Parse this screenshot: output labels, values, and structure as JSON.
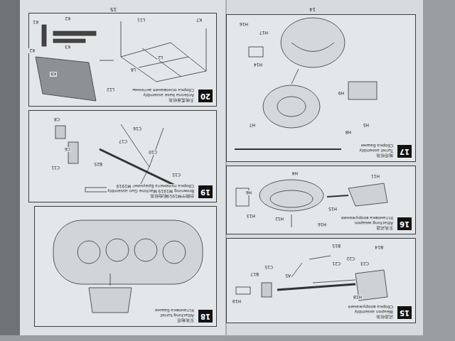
{
  "diagram": {
    "nodes": [
      {
        "text": [
          "武器组装",
          "Weapon assembly",
          "Сборка вооружения"
        ]
      },
      {
        "text": [
          "15"
        ],
        "in": 0
      },
      {
        "text": [
          "安装武器",
          "Attaching weapon",
          "Установка вооружения"
        ]
      },
      {
        "text": [
          "16"
        ],
        "in": 2
      },
      {
        "text": [
          "炮塔组装",
          "Turret assembly",
          "Сборка башни"
        ]
      },
      {
        "text": [
          "17"
        ],
        "in": 4
      },
      {
        "text": [
          "安装炮塔",
          "Attaching turret",
          "Установка башни"
        ]
      },
      {
        "text": [
          "18"
        ],
        "in": 6
      },
      {
        "text": [
          "勃朗宁M1919机枪组装",
          "Browning M1919 Machine Gun assembly",
          "Сборка пулемета Браунинг M1919"
        ]
      },
      {
        "text": [
          "19"
        ],
        "in": 8
      },
      {
        "text": [
          "天线底座组装",
          "Antenna base assembly",
          "Сборка основания антенны"
        ]
      },
      {
        "text": [
          "20"
        ],
        "in": 10
      }
    ],
    "labels": [
      "14",
      "15",
      "H18",
      "B14",
      "B15",
      "C21",
      "C22",
      "C23",
      "A5",
      "B17",
      "C15",
      "H19",
      "H15",
      "H16",
      "H12",
      "H13",
      "H4",
      "H6",
      "H11",
      "H17",
      "H16",
      "H14",
      "H5",
      "H8",
      "H7",
      "H9",
      "C8",
      "C11",
      "C6",
      "C16",
      "C17",
      "C10",
      "C15",
      "B25",
      "K1",
      "K2",
      "K2",
      "K3",
      "K8",
      "L11",
      "K7",
      "L2",
      "L8",
      "L12"
    ]
  }
}
